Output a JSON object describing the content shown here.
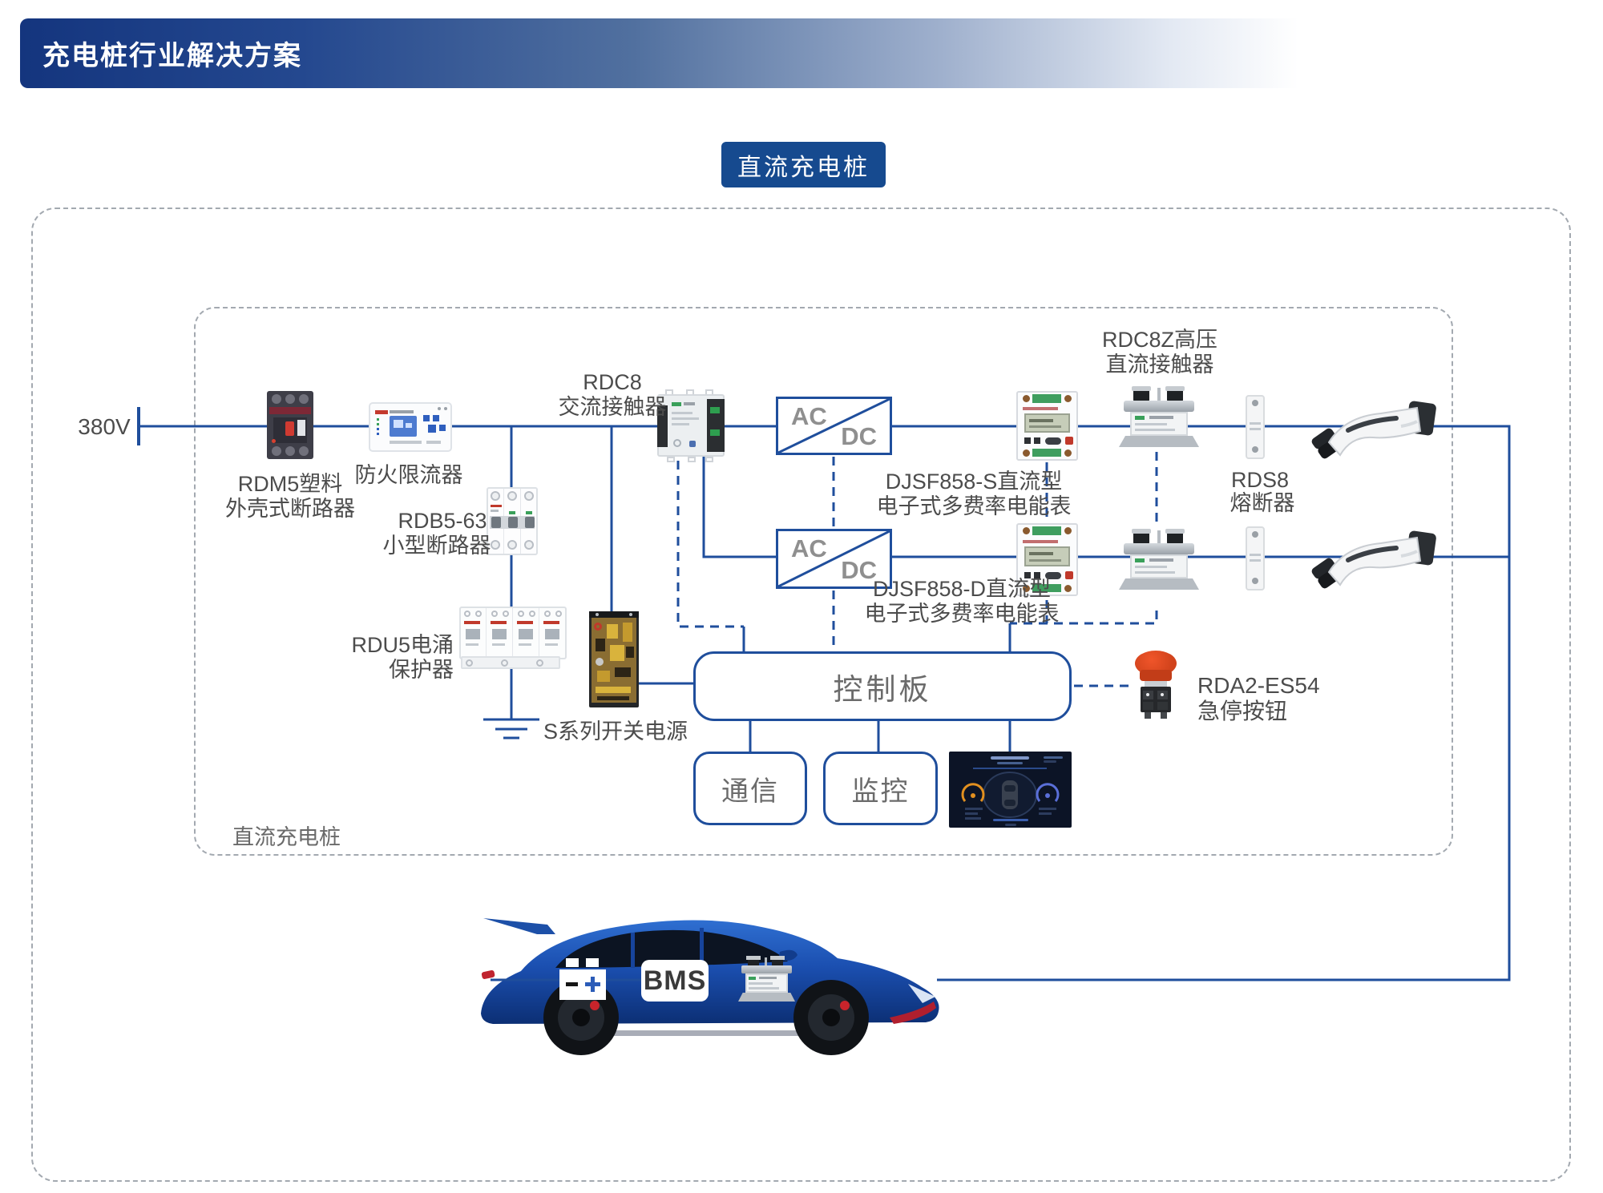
{
  "header": {
    "title": "充电桩行业解决方案"
  },
  "badge": {
    "label": "直流充电桩"
  },
  "inner_box": {
    "label": "直流充电桩"
  },
  "source": {
    "voltage": "380V"
  },
  "components": {
    "rdm5": {
      "line1": "RDM5塑料",
      "line2": "外壳式断路器"
    },
    "fire_limiter": {
      "label": "防火限流器"
    },
    "rdb5": {
      "line1": "RDB5-63",
      "line2": "小型断路器"
    },
    "rdu5": {
      "line1": "RDU5电涌",
      "line2": "保护器"
    },
    "psu": {
      "label": "S系列开关电源"
    },
    "rdc8": {
      "line1": "RDC8",
      "line2": "交流接触器"
    },
    "rdc8z": {
      "line1": "RDC8Z高压",
      "line2": "直流接触器"
    },
    "meter1": {
      "line1": "DJSF858-S直流型",
      "line2": "电子式多费率电能表"
    },
    "meter2": {
      "line1": "DJSF858-D直流型",
      "line2": "电子式多费率电能表"
    },
    "rds8": {
      "line1": "RDS8",
      "line2": "熔断器"
    },
    "estop": {
      "line1": "RDA2-ES54",
      "line2": "急停按钮"
    },
    "control_board": {
      "label": "控制板"
    },
    "comm": {
      "label": "通信"
    },
    "monitor": {
      "label": "监控"
    },
    "acdc": {
      "ac": "AC",
      "dc": "DC"
    },
    "bms": {
      "label": "BMS"
    },
    "battery": {
      "minus": "−",
      "plus": "+"
    }
  },
  "colors": {
    "line_blue": "#1f4e9c",
    "banner_dark": "#14357e",
    "badge_bg": "#164a8f",
    "label_gray": "#4c4c4c",
    "estop_red": "#e04b1e"
  }
}
